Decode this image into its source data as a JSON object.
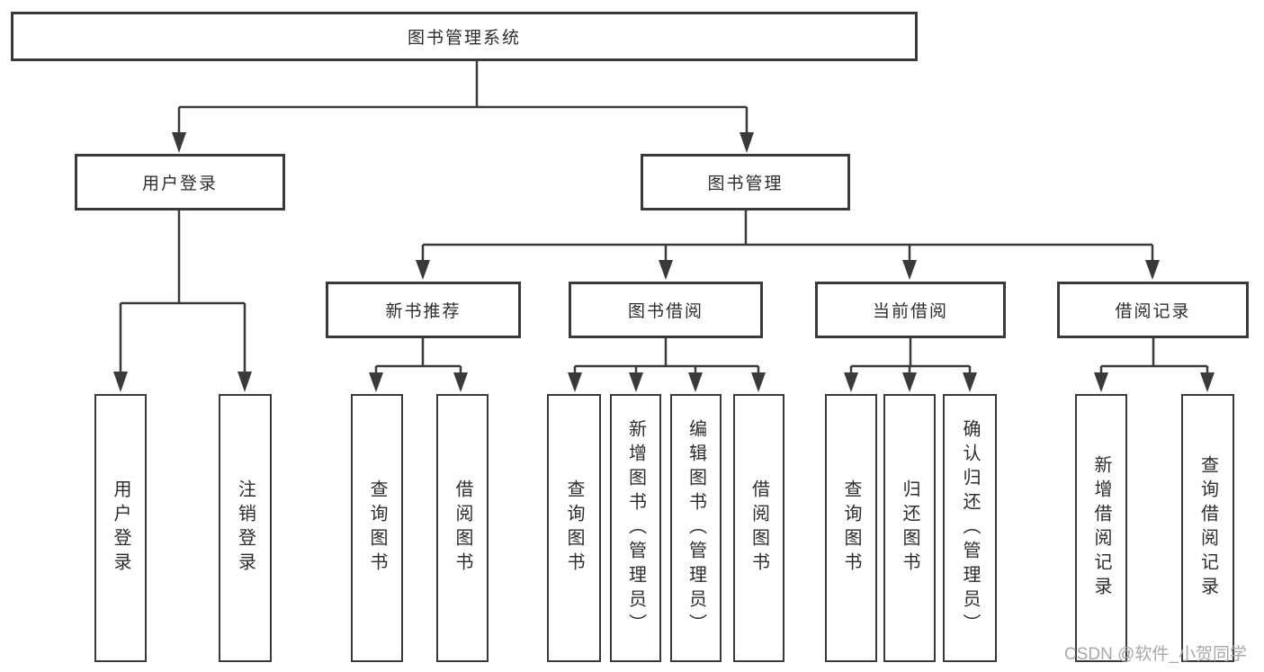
{
  "root": {
    "label": "图书管理系统"
  },
  "branches": [
    {
      "label": "用户登录",
      "children": [
        {
          "label": "用户登录"
        },
        {
          "label": "注销登录"
        }
      ]
    },
    {
      "label": "图书管理",
      "groups": [
        {
          "label": "新书推荐",
          "children": [
            {
              "label": "查询图书"
            },
            {
              "label": "借阅图书"
            }
          ]
        },
        {
          "label": "图书借阅",
          "children": [
            {
              "label": "查询图书"
            },
            {
              "label": "新增图书（管理员）"
            },
            {
              "label": "编辑图书（管理员）"
            },
            {
              "label": "借阅图书"
            }
          ]
        },
        {
          "label": "当前借阅",
          "children": [
            {
              "label": "查询图书"
            },
            {
              "label": "归还图书"
            },
            {
              "label": "确认归还（管理员）"
            }
          ]
        },
        {
          "label": "借阅记录",
          "children": [
            {
              "label": "新增借阅记录"
            },
            {
              "label": "查询借阅记录"
            }
          ]
        }
      ]
    }
  ],
  "watermark": {
    "text": "CSDN @软件_小贺同学"
  },
  "colors": {
    "line": "#3a3a3a",
    "text": "#2d2d2d",
    "watermark": "#a8a8a8"
  }
}
